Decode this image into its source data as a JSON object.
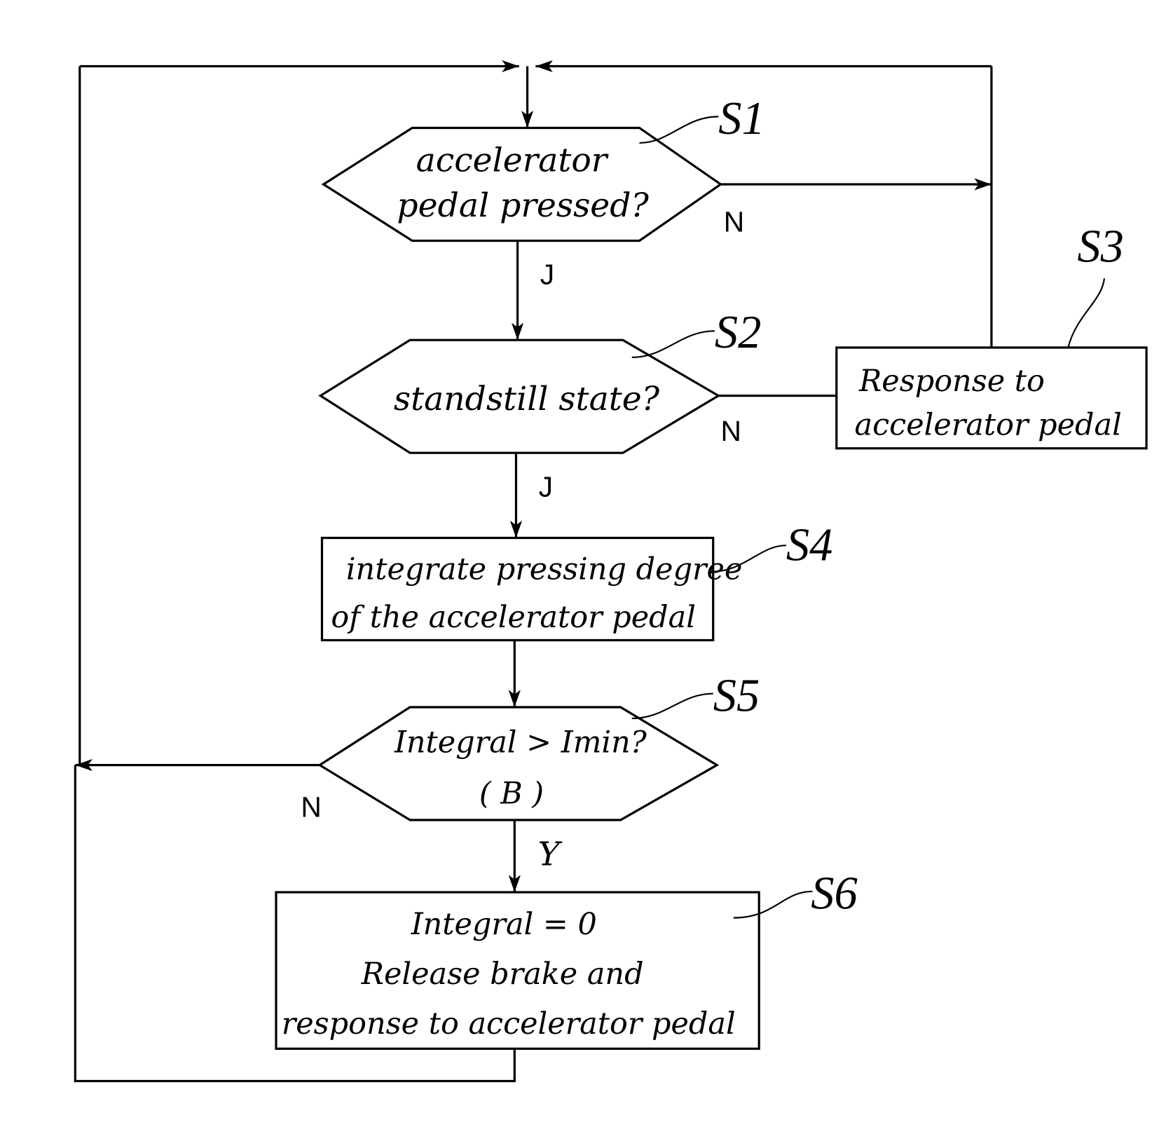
{
  "diagram": {
    "type": "flowchart",
    "steps": [
      {
        "id": "S1",
        "kind": "decision",
        "lines": [
          "accelerator",
          "pedal pressed?"
        ]
      },
      {
        "id": "S2",
        "kind": "decision",
        "lines": [
          "standstill state?"
        ]
      },
      {
        "id": "S3",
        "kind": "process",
        "lines": [
          "Response to",
          "accelerator pedal"
        ]
      },
      {
        "id": "S4",
        "kind": "process",
        "lines": [
          "integrate pressing degree",
          "of the accelerator pedal"
        ]
      },
      {
        "id": "S5",
        "kind": "decision",
        "lines": [
          "Integral > Imin?",
          "( B )"
        ]
      },
      {
        "id": "S6",
        "kind": "process",
        "lines": [
          "Integral = 0",
          "Release brake and",
          "response to accelerator pedal"
        ]
      }
    ],
    "branches": {
      "s1_no": "N",
      "s1_yes": "J",
      "s2_no": "N",
      "s2_yes": "J",
      "s5_no": "N",
      "s5_yes": "Y"
    },
    "edges": [
      {
        "from": "S1",
        "to": "S2",
        "label": "J"
      },
      {
        "from": "S1",
        "to": "S1",
        "label": "N",
        "via": "right loop"
      },
      {
        "from": "S2",
        "to": "S4",
        "label": "J"
      },
      {
        "from": "S2",
        "to": "S3",
        "label": "N"
      },
      {
        "from": "S3",
        "to": "S1",
        "label": ""
      },
      {
        "from": "S4",
        "to": "S5",
        "label": ""
      },
      {
        "from": "S5",
        "to": "S6",
        "label": "Y"
      },
      {
        "from": "S5",
        "to": "S1",
        "label": "N",
        "via": "left loop"
      },
      {
        "from": "S6",
        "to": "S1",
        "label": "",
        "via": "left loop"
      }
    ]
  }
}
